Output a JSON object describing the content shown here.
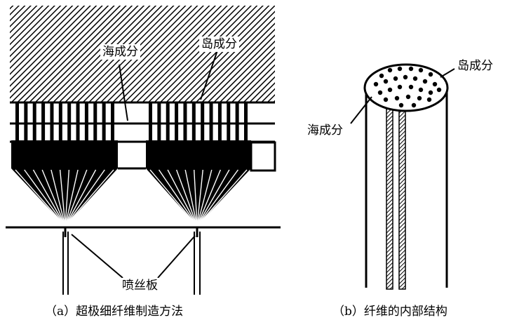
{
  "panel_a": {
    "labels": {
      "sea_component": "海成分",
      "island_component": "岛成分",
      "spinneret": "喷丝板"
    },
    "caption": "（a）超极细纤维制造方法"
  },
  "panel_b": {
    "labels": {
      "island_component": "岛成分",
      "sea_component": "海成分"
    },
    "caption": "（b）纤维的内部结构"
  }
}
